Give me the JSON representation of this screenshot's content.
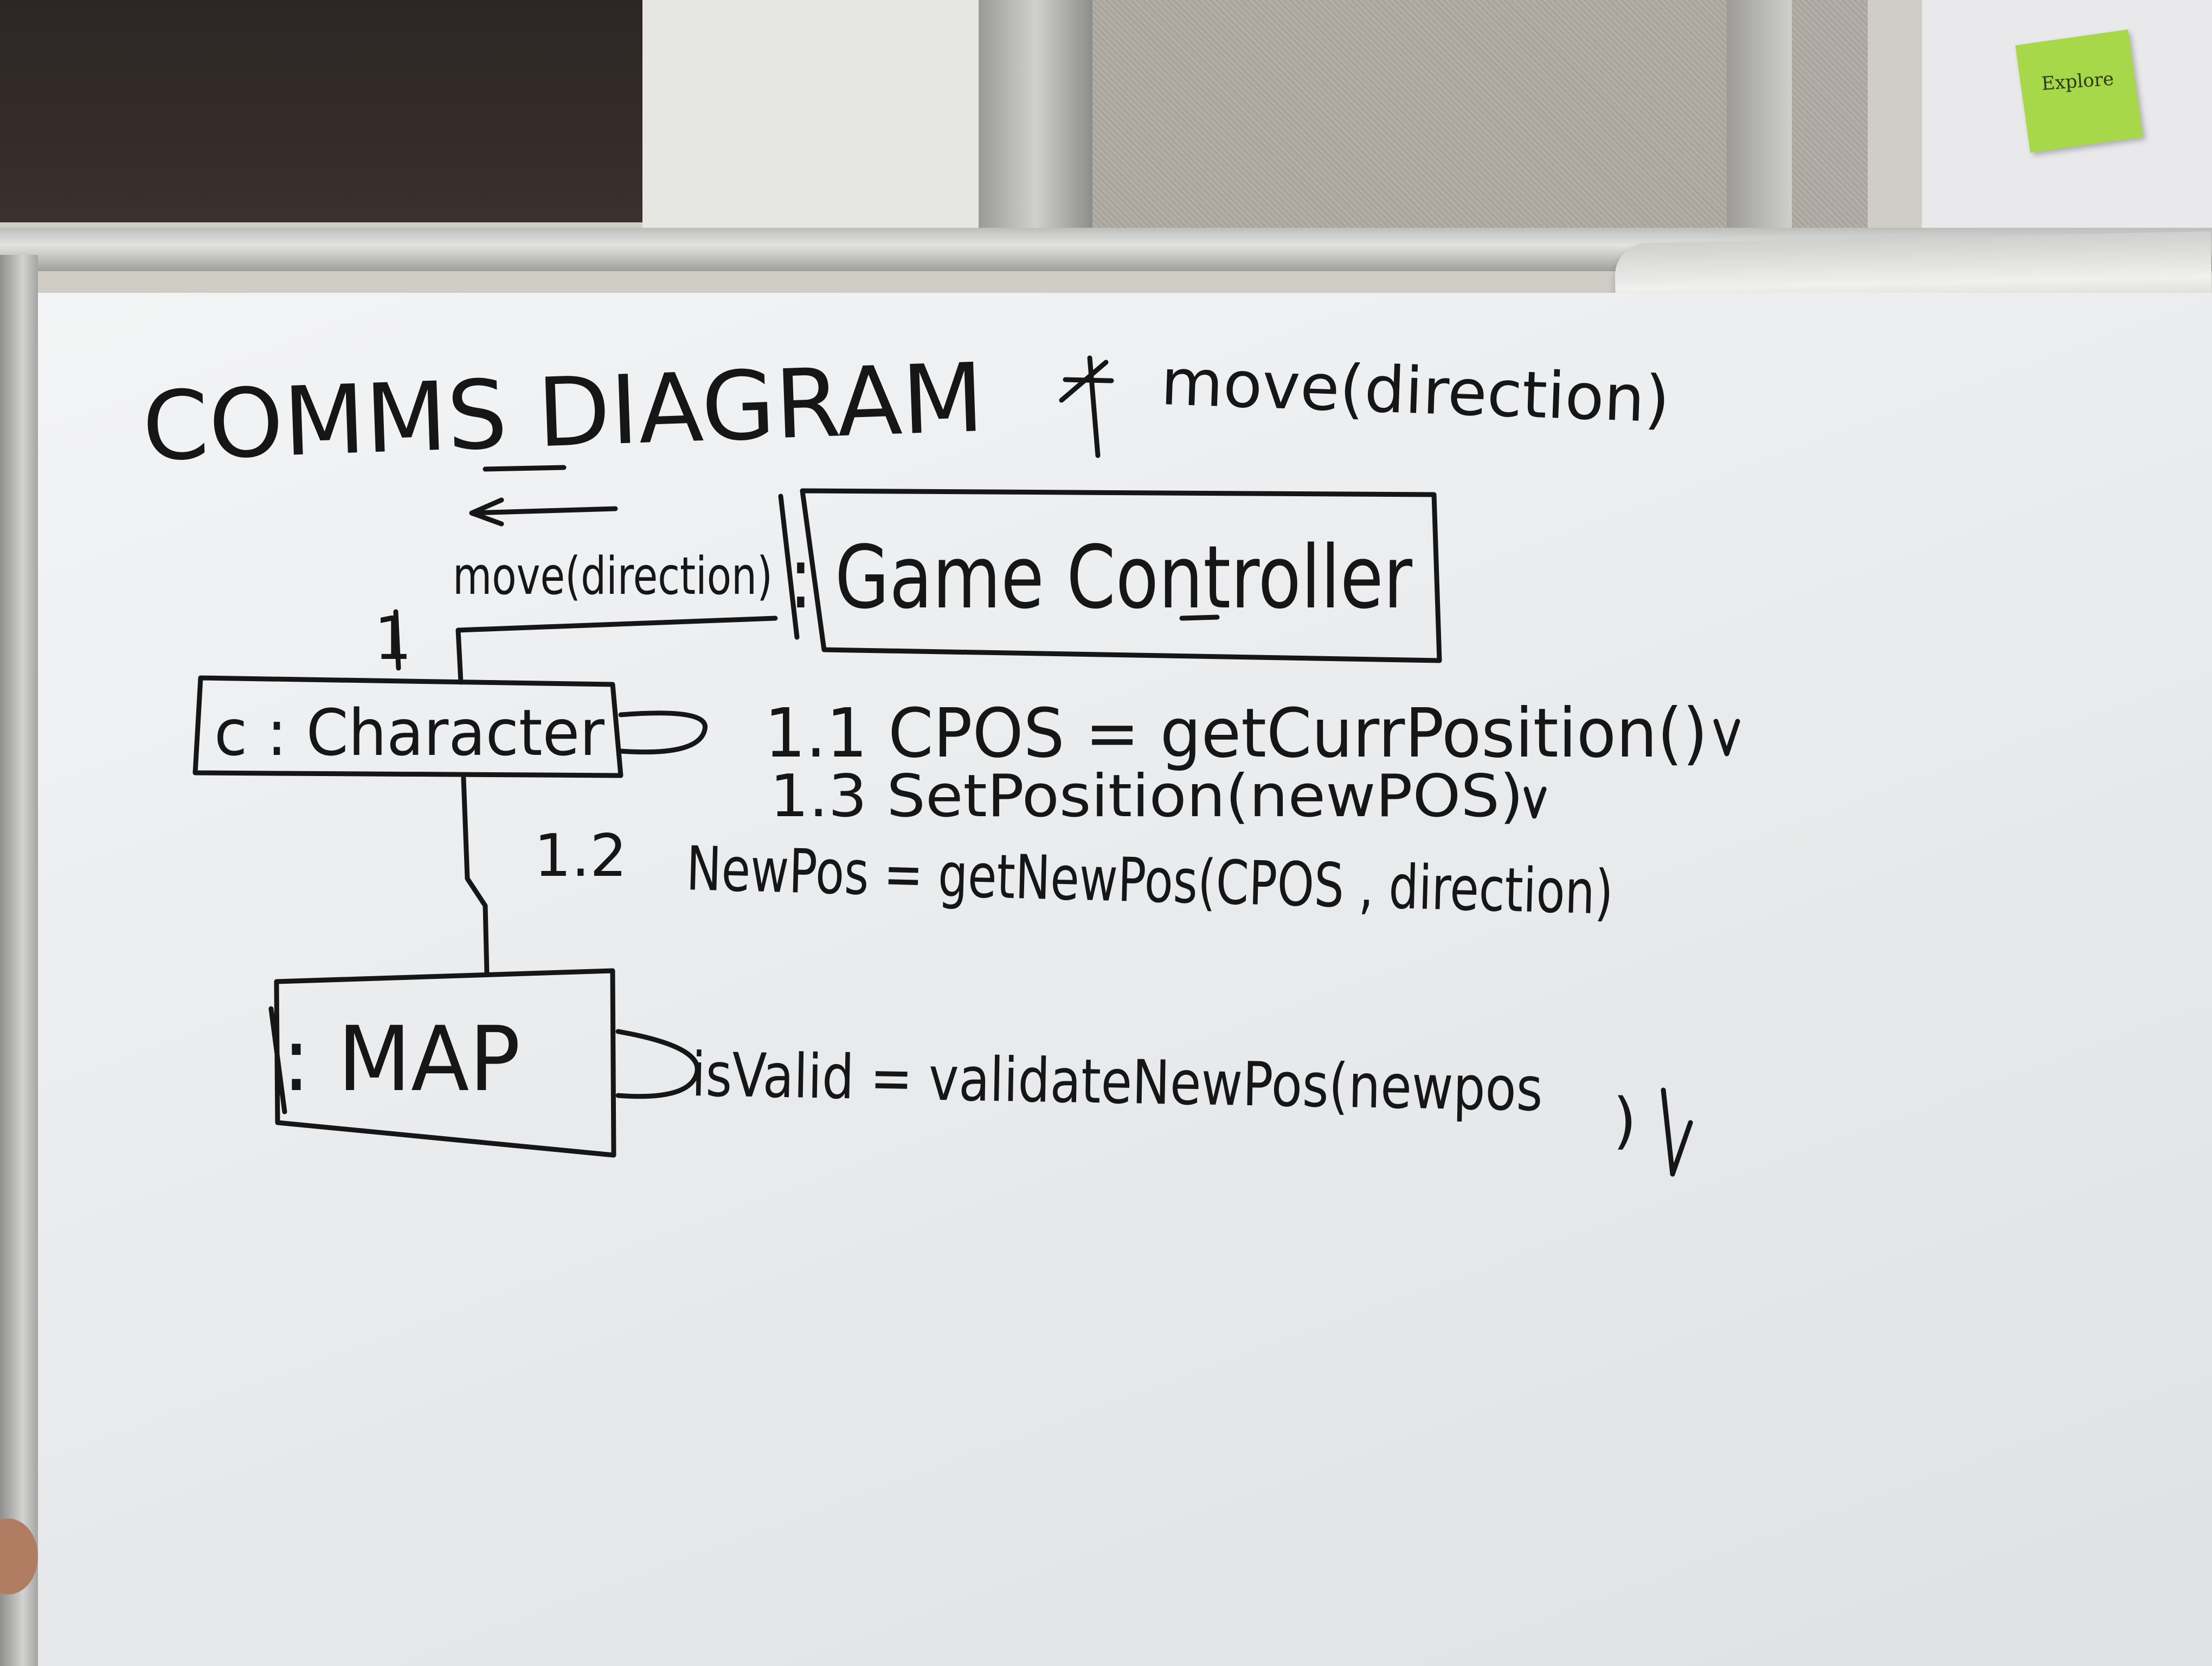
{
  "sticky_note": {
    "text": "Explore"
  },
  "whiteboard": {
    "title": "COMMS DIAGRAM",
    "top_note": "move(direction)",
    "objects": {
      "game_controller": ": Game Controller",
      "character": "c : Character",
      "map": ": MAP"
    },
    "messages": {
      "m1_number": "1",
      "m1_label": "move(direction)",
      "m1_1": "1.1  CPOS = getCurrPosition()",
      "m1_3": "1.3  SetPosition(newPOS)",
      "m1_2_number": "1.2",
      "m1_2_label": "NewPos = getNewPos(CPOS , direction)",
      "map_msg": "isValid = validateNewPos(newpos",
      "map_msg_close": ")"
    }
  }
}
